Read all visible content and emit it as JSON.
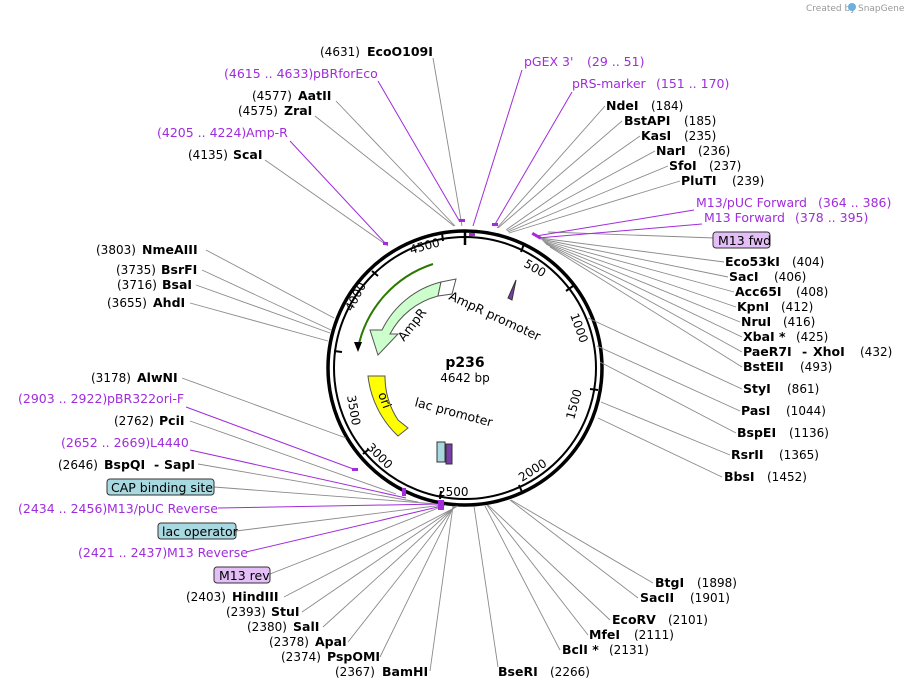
{
  "credit": {
    "prefix": "Created by",
    "brand": "SnapGene"
  },
  "plasmid": {
    "name": "p236",
    "size_label": "4642 bp"
  },
  "ticks": [
    "500",
    "1000",
    "1500",
    "2000",
    "2500",
    "3000",
    "3500",
    "4000",
    "4500"
  ],
  "features": {
    "ampr": "AmpR",
    "ampr_promoter": "AmpR promoter",
    "ori": "ori",
    "lac_promoter": "lac promoter"
  },
  "sites_right": [
    {
      "name": "NdeI",
      "pos": "(184)"
    },
    {
      "name": "BstAPI",
      "pos": "(185)"
    },
    {
      "name": "KasI",
      "pos": "(235)"
    },
    {
      "name": "NarI",
      "pos": "(236)"
    },
    {
      "name": "SfoI",
      "pos": "(237)"
    },
    {
      "name": "PluTI",
      "pos": "(239)"
    },
    {
      "name": "Eco53kI",
      "pos": "(404)"
    },
    {
      "name": "SacI",
      "pos": "(406)"
    },
    {
      "name": "Acc65I",
      "pos": "(408)"
    },
    {
      "name": "KpnI",
      "pos": "(412)"
    },
    {
      "name": "NruI",
      "pos": "(416)"
    },
    {
      "name": "XbaI *",
      "pos": "(425)"
    },
    {
      "name": "PaeR7I",
      "name2": "XhoI",
      "pos": "(432)"
    },
    {
      "name": "BstEII",
      "pos": "(493)"
    },
    {
      "name": "StyI",
      "pos": "(861)"
    },
    {
      "name": "PasI",
      "pos": "(1044)"
    },
    {
      "name": "BspEI",
      "pos": "(1136)"
    },
    {
      "name": "RsrII",
      "pos": "(1365)"
    },
    {
      "name": "BbsI",
      "pos": "(1452)"
    }
  ],
  "sites_bottom_right": [
    {
      "name": "BtgI",
      "pos": "(1898)"
    },
    {
      "name": "SacII",
      "pos": "(1901)"
    },
    {
      "name": "EcoRV",
      "pos": "(2101)"
    },
    {
      "name": "MfeI",
      "pos": "(2111)"
    },
    {
      "name": "BclI *",
      "pos": "(2131)"
    },
    {
      "name": "BseRI",
      "pos": "(2266)"
    }
  ],
  "sites_bottom_left": [
    {
      "name": "HindIII",
      "pos": "(2403)"
    },
    {
      "name": "StuI",
      "pos": "(2393)"
    },
    {
      "name": "SalI",
      "pos": "(2380)"
    },
    {
      "name": "ApaI",
      "pos": "(2378)"
    },
    {
      "name": "PspOMI",
      "pos": "(2374)"
    },
    {
      "name": "BamHI",
      "pos": "(2367)"
    }
  ],
  "sites_left": [
    {
      "name": "NmeAIII",
      "pos": "(3803)"
    },
    {
      "name": "BsrFI",
      "pos": "(3735)"
    },
    {
      "name": "BsaI",
      "pos": "(3716)"
    },
    {
      "name": "AhdI",
      "pos": "(3655)"
    },
    {
      "name": "AlwNI",
      "pos": "(3178)"
    },
    {
      "name": "PciI",
      "pos": "(2762)"
    },
    {
      "name": "BspQI",
      "name2": "SapI",
      "pos": "(2646)"
    }
  ],
  "sites_top": [
    {
      "name": "EcoO109I",
      "pos": "(4631)"
    },
    {
      "name": "AatII",
      "pos": "(4577)"
    },
    {
      "name": "ZraI",
      "pos": "(4575)"
    },
    {
      "name": "ScaI",
      "pos": "(4135)"
    }
  ],
  "primers": [
    {
      "name": "pGEX 3'",
      "range": "(29 .. 51)"
    },
    {
      "name": "pRS-marker",
      "range": "(151 .. 170)"
    },
    {
      "name": "M13/pUC Forward",
      "range": "(364 .. 386)"
    },
    {
      "name": "M13 Forward",
      "range": "(378 .. 395)"
    },
    {
      "name": "pBRforEco",
      "range": "(4615 .. 4633)"
    },
    {
      "name": "Amp-R",
      "range": "(4205 .. 4224)"
    },
    {
      "name": "pBR322ori-F",
      "range": "(2903 .. 2922)"
    },
    {
      "name": "L4440",
      "range": "(2652 .. 2669)"
    },
    {
      "name": "M13/pUC Reverse",
      "range": "(2434 .. 2456)"
    },
    {
      "name": "M13 Reverse",
      "range": "(2421 .. 2437)"
    }
  ],
  "boxes": {
    "m13fwd": "M13 fwd",
    "cap": "CAP binding site",
    "lacop": "lac operator",
    "m13rev": "M13 rev"
  },
  "colors": {
    "primer": "#a02cdc",
    "ampr_fill": "#ccffcc",
    "ori_fill": "#ffff00",
    "box_purple": "#e4bff7",
    "box_blue": "#a8d8e0"
  }
}
